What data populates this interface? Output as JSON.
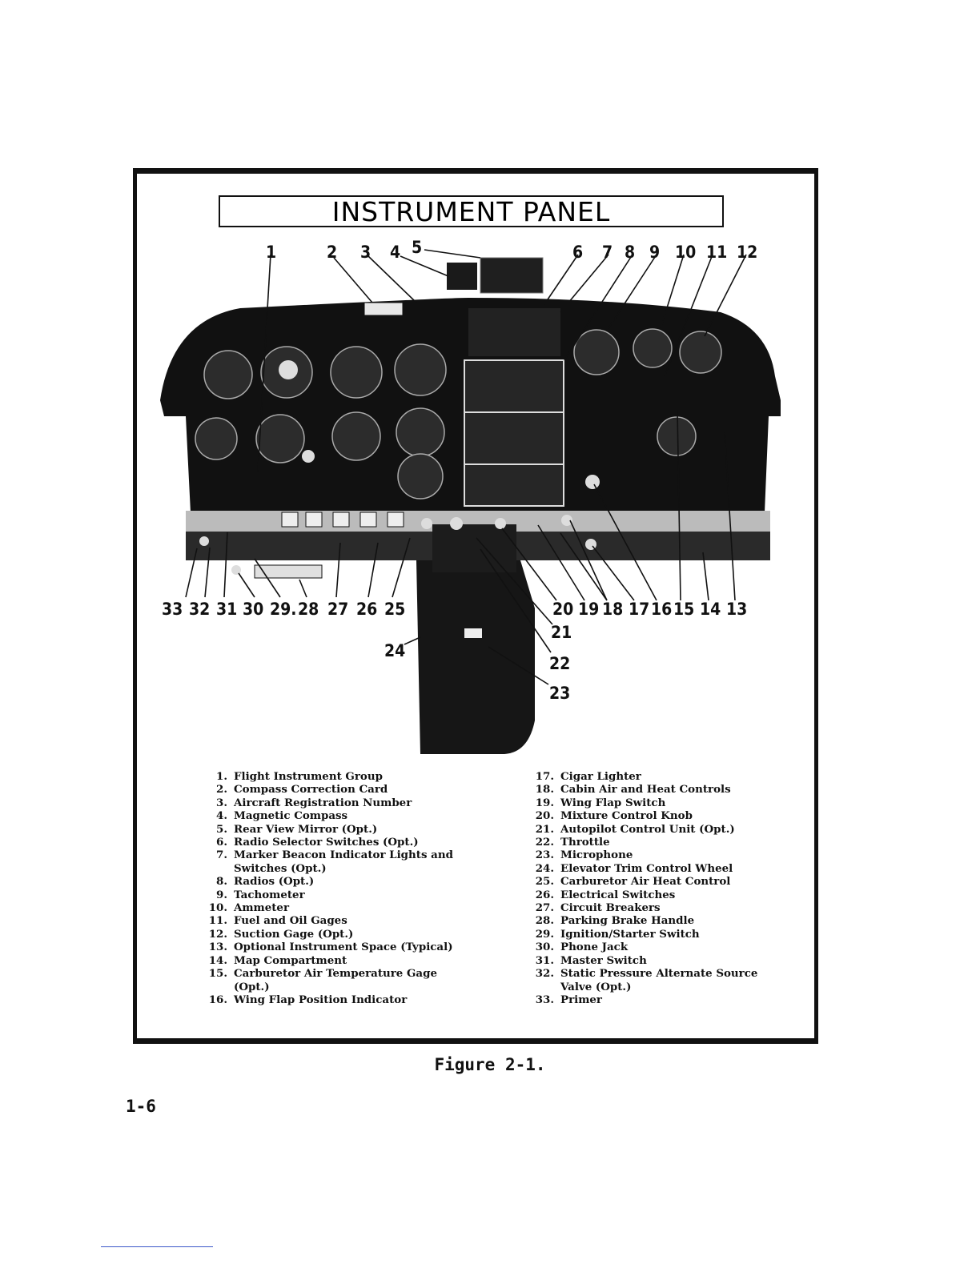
{
  "figure": {
    "title": "INSTRUMENT PANEL",
    "caption": "Figure 2-1.",
    "callouts_top": [
      "1",
      "2",
      "3",
      "4",
      "5",
      "6",
      "7",
      "8",
      "9",
      "10",
      "11",
      "12"
    ],
    "callouts_bottom": [
      "33",
      "32",
      "31",
      "30",
      "29.",
      "28",
      "27",
      "26",
      "25",
      "20",
      "19",
      "18",
      "17",
      "16",
      "15",
      "14",
      "13"
    ],
    "callouts_side": [
      "21",
      "22",
      "23",
      "24"
    ]
  },
  "legend_left": [
    {
      "num": "1.",
      "text": "Flight Instrument Group"
    },
    {
      "num": "2.",
      "text": "Compass Correction Card"
    },
    {
      "num": "3.",
      "text": "Aircraft Registration Number"
    },
    {
      "num": "4.",
      "text": "Magnetic Compass"
    },
    {
      "num": "5.",
      "text": "Rear View Mirror (Opt.)"
    },
    {
      "num": "6.",
      "text": "Radio Selector Switches (Opt.)"
    },
    {
      "num": "7.",
      "text": "Marker Beacon Indicator Lights and Switches (Opt.)"
    },
    {
      "num": "8.",
      "text": "Radios (Opt.)"
    },
    {
      "num": "9.",
      "text": "Tachometer"
    },
    {
      "num": "10.",
      "text": "Ammeter"
    },
    {
      "num": "11.",
      "text": "Fuel and Oil Gages"
    },
    {
      "num": "12.",
      "text": "Suction Gage (Opt.)"
    },
    {
      "num": "13.",
      "text": "Optional Instrument Space (Typical)"
    },
    {
      "num": "14.",
      "text": "Map Compartment"
    },
    {
      "num": "15.",
      "text": "Carburetor Air Temperature Gage (Opt.)"
    },
    {
      "num": "16.",
      "text": "Wing Flap Position Indicator"
    }
  ],
  "legend_right": [
    {
      "num": "17.",
      "text": "Cigar Lighter"
    },
    {
      "num": "18.",
      "text": "Cabin Air and Heat Controls"
    },
    {
      "num": "19.",
      "text": "Wing Flap Switch"
    },
    {
      "num": "20.",
      "text": "Mixture Control Knob"
    },
    {
      "num": "21.",
      "text": "Autopilot Control Unit (Opt.)"
    },
    {
      "num": "22.",
      "text": "Throttle"
    },
    {
      "num": "23.",
      "text": "Microphone"
    },
    {
      "num": "24.",
      "text": "Elevator Trim Control Wheel"
    },
    {
      "num": "25.",
      "text": "Carburetor Air Heat Control"
    },
    {
      "num": "26.",
      "text": "Electrical Switches"
    },
    {
      "num": "27.",
      "text": "Circuit Breakers"
    },
    {
      "num": "28.",
      "text": "Parking Brake Handle"
    },
    {
      "num": "29.",
      "text": "Ignition/Starter Switch"
    },
    {
      "num": "30.",
      "text": "Phone Jack"
    },
    {
      "num": "31.",
      "text": "Master Switch"
    },
    {
      "num": "32.",
      "text": "Static Pressure Alternate Source Valve (Opt.)"
    },
    {
      "num": "33.",
      "text": "Primer"
    }
  ],
  "page": {
    "number": "1-6"
  }
}
